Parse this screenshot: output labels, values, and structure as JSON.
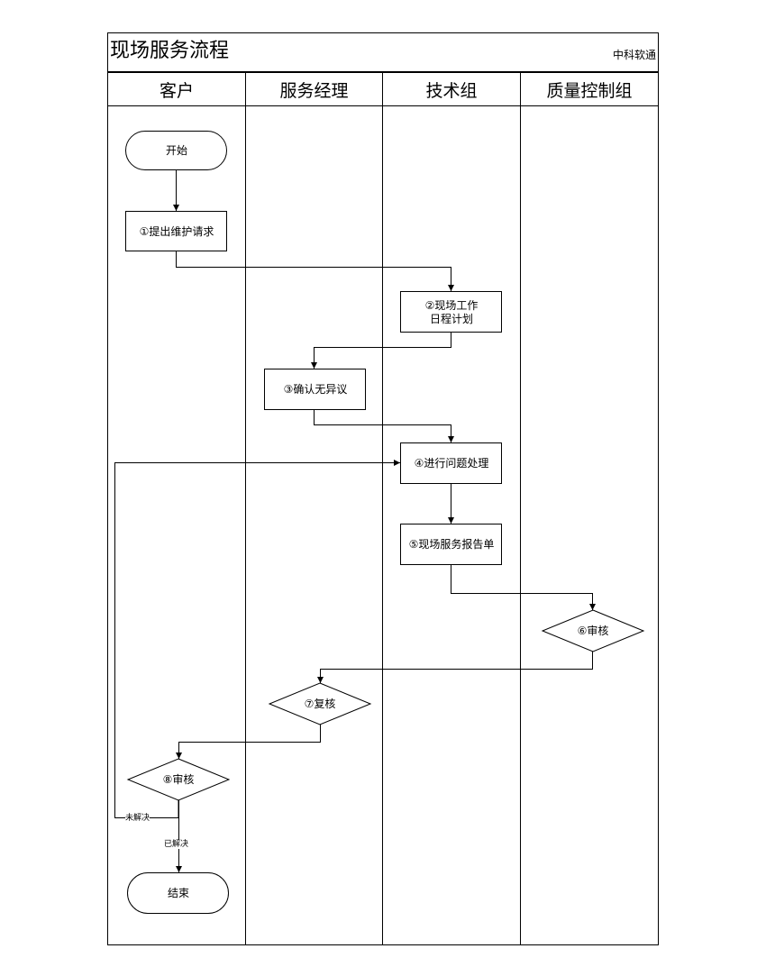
{
  "header": {
    "title": "现场服务流程",
    "company": "中科软通"
  },
  "lanes": [
    "客户",
    "服务经理",
    "技术组",
    "质量控制组"
  ],
  "nodes": {
    "start": "开始",
    "n1": "①提出维护请求",
    "n2": "②现场工作\n日程计划",
    "n3": "③确认无异议",
    "n4": "④进行问题处理",
    "n5": "⑤现场服务报告单",
    "n6": "⑥审核",
    "n7": "⑦复核",
    "n8": "⑧审核",
    "end": "结束"
  },
  "edge_labels": {
    "unresolved": "未解决",
    "resolved": "已解决"
  }
}
